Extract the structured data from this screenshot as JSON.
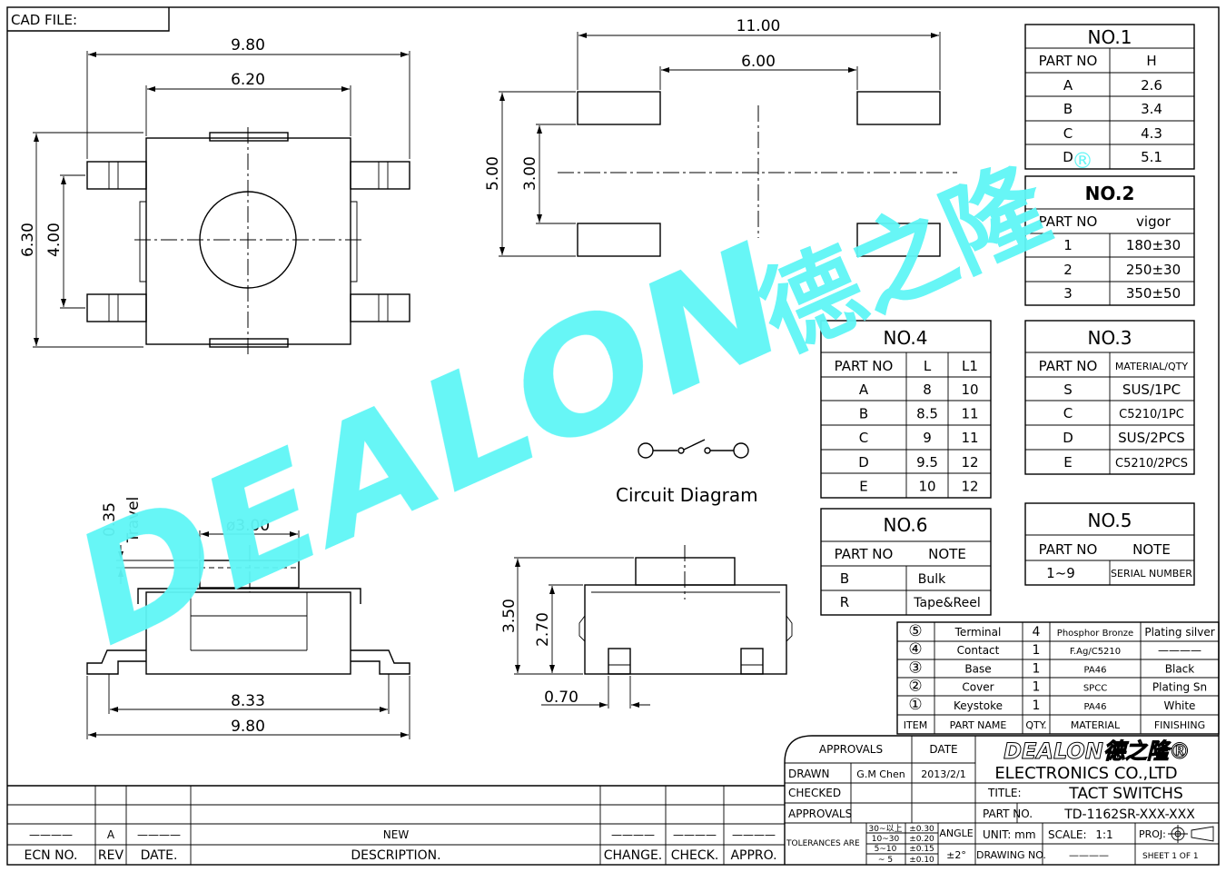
{
  "header": {
    "cad_file": "CAD FILE:"
  },
  "dims": {
    "top_w": "9.80",
    "top_inner": "6.20",
    "top_h": "6.30",
    "top_h_inner": "4.00",
    "pad_w": "11.00",
    "pad_inner": "6.00",
    "pad_h": "5.00",
    "pad_h_inner": "3.00",
    "travel_val": "0.35",
    "travel": "Travel",
    "dia": "ø3.00",
    "side_inner": "8.33",
    "side_w": "9.80",
    "end_h": "3.50",
    "end_h_inner": "2.70",
    "end_pin": "0.70"
  },
  "circuit_label": "Circuit Diagram",
  "watermark": {
    "text": "DEALON",
    "cn": "德之隆",
    "mark": "®",
    "color": "#5ff6f6"
  },
  "table_no1": {
    "title": "NO.1",
    "head": [
      "PART NO",
      "H"
    ],
    "rows": [
      [
        "A",
        "2.6"
      ],
      [
        "B",
        "3.4"
      ],
      [
        "C",
        "4.3"
      ],
      [
        "D",
        "5.1"
      ]
    ]
  },
  "table_no2": {
    "title": "NO.2",
    "head": [
      "PART NO",
      "vigor"
    ],
    "rows": [
      [
        "1",
        "180±30"
      ],
      [
        "2",
        "250±30"
      ],
      [
        "3",
        "350±50"
      ]
    ]
  },
  "table_no3": {
    "title": "NO.3",
    "head": [
      "PART NO",
      "MATERIAL/QTY"
    ],
    "rows": [
      [
        "S",
        "SUS/1PC"
      ],
      [
        "C",
        "C5210/1PC"
      ],
      [
        "D",
        "SUS/2PCS"
      ],
      [
        "E",
        "C5210/2PCS"
      ]
    ]
  },
  "table_no4": {
    "title": "NO.4",
    "head": [
      "PART NO",
      "L",
      "L1"
    ],
    "rows": [
      [
        "A",
        "8",
        "10"
      ],
      [
        "B",
        "8.5",
        "11"
      ],
      [
        "C",
        "9",
        "11"
      ],
      [
        "D",
        "9.5",
        "12"
      ],
      [
        "E",
        "10",
        "12"
      ]
    ]
  },
  "table_no5": {
    "title": "NO.5",
    "head": [
      "PART NO",
      "NOTE"
    ],
    "rows": [
      [
        "1~9",
        "SERIAL NUMBER"
      ]
    ]
  },
  "table_no6": {
    "title": "NO.6",
    "head": [
      "PART NO",
      "NOTE"
    ],
    "rows": [
      [
        "B",
        "Bulk"
      ],
      [
        "R",
        "Tape&Reel"
      ]
    ]
  },
  "bom": {
    "rows": [
      [
        "⑤",
        "Terminal",
        "4",
        "Phosphor Bronze",
        "Plating silver"
      ],
      [
        "④",
        "Contact",
        "1",
        "F.Ag/C5210",
        "————"
      ],
      [
        "③",
        "Base",
        "1",
        "PA46",
        "Black"
      ],
      [
        "②",
        "Cover",
        "1",
        "SPCC",
        "Plating Sn"
      ],
      [
        "①",
        "Keystoke",
        "1",
        "PA46",
        "White"
      ]
    ],
    "head": [
      "ITEM",
      "PART NAME",
      "QTY.",
      "MATERIAL",
      "FINISHING"
    ]
  },
  "title_block": {
    "approvals": "APPROVALS",
    "date": "DATE",
    "drawn": "DRAWN",
    "drawn_by": "G.M Chen",
    "drawn_date": "2013/2/1",
    "checked": "CHECKED",
    "approvals2": "APPROVALS",
    "company_logo": "DEALON德之隆®",
    "company": "ELECTRONICS CO.,LTD",
    "title_label": "TITLE:",
    "title": "TACT SWITCHS",
    "part_label": "PART NO.",
    "part_no": "TD-1162SR-XXX-XXX",
    "tolerances": "TOLERANCES ARE",
    "tol_ranges": [
      "30~以上",
      "10~30",
      "5~10",
      "~ 5"
    ],
    "tol_vals": [
      "±0.30",
      "±0.20",
      "±0.15",
      "±0.10"
    ],
    "angle": "ANGLE",
    "angle_val": "±2°",
    "unit": "UNIT: mm",
    "scale": "SCALE:",
    "scale_val": "1:1",
    "proj": "PROJ:",
    "drawing_no": "DRAWING NO.",
    "drawing_val": "————",
    "sheet": "SHEET  1 OF 1"
  },
  "revision": {
    "row": [
      "————",
      "A",
      "————",
      "NEW",
      "————",
      "————",
      "————"
    ],
    "head": [
      "ECN NO.",
      "REV",
      "DATE.",
      "DESCRIPTION.",
      "CHANGE.",
      "CHECK.",
      "APPRO."
    ]
  }
}
